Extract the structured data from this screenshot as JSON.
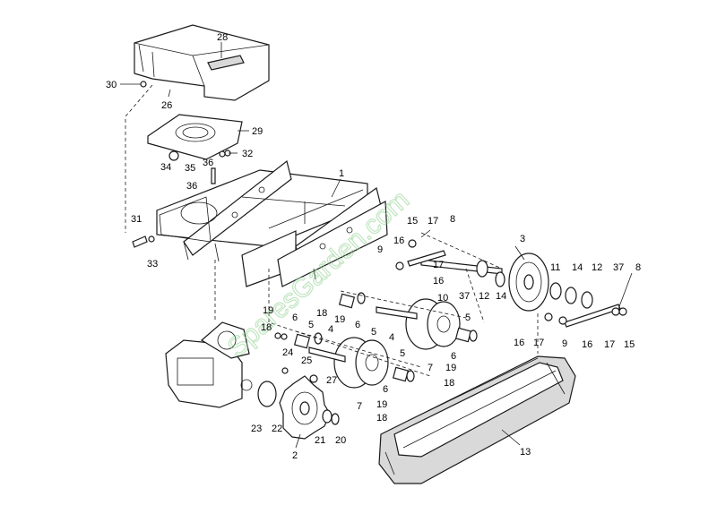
{
  "watermark": {
    "text": "SparesGarden.com"
  },
  "callouts": [
    "1",
    "2",
    "3",
    "4",
    "5",
    "6",
    "7",
    "8",
    "9",
    "10",
    "11",
    "12",
    "13",
    "14",
    "15",
    "16",
    "17",
    "18",
    "19",
    "20",
    "21",
    "22",
    "23",
    "24",
    "25",
    "26",
    "27",
    "28",
    "29",
    "30",
    "31",
    "32",
    "33",
    "34",
    "35",
    "36",
    "37"
  ]
}
